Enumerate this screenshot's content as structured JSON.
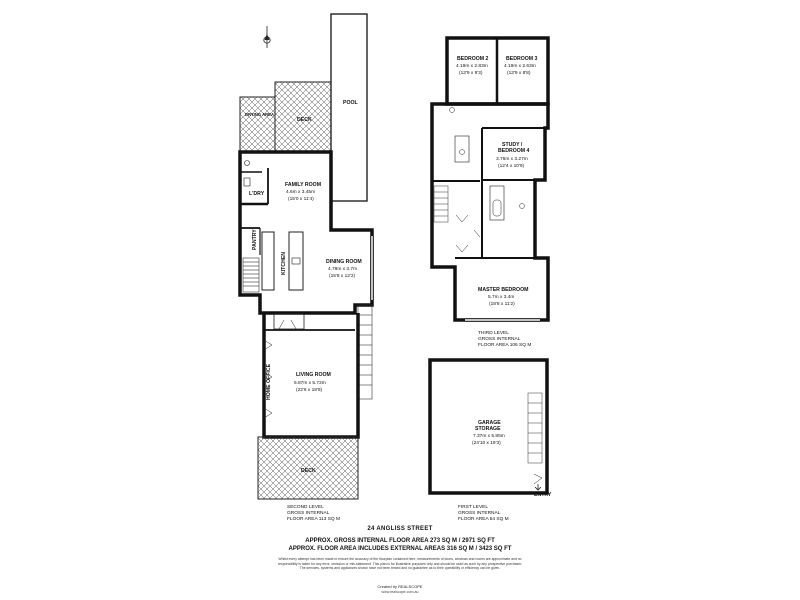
{
  "compass": {
    "icon": "north-arrow-icon"
  },
  "second_level": {
    "rooms": {
      "pool": {
        "name": "POOL"
      },
      "deck_top": {
        "name": "DECK"
      },
      "drying_area": {
        "name": "DRYING AREA"
      },
      "family": {
        "name": "FAMILY ROOM",
        "metric": "4.6m x 3.45m",
        "imperial": "(15'0 x 11'4)"
      },
      "ldry": {
        "name": "L'DRY"
      },
      "pantry": {
        "name": "PANTRY"
      },
      "kitchen": {
        "name": "KITCHEN"
      },
      "dining": {
        "name": "DINING ROOM",
        "metric": "4.78m x 3.7m",
        "imperial": "(15'8 x 12'2)"
      },
      "home_office": {
        "name": "HOME OFFICE"
      },
      "living": {
        "name": "LIVING ROOM",
        "metric": "6.87m x 5.72m",
        "imperial": "(22'6 x 18'9)"
      },
      "deck_bottom": {
        "name": "DECK"
      }
    },
    "label": [
      "SECOND LEVEL",
      "GROSS INTERNAL",
      "FLOOR AREA 113 SQ M"
    ]
  },
  "third_level": {
    "rooms": {
      "bed2": {
        "name": "BEDROOM 2",
        "metric": "4.19m x 2.83m",
        "imperial": "(13'9 x 9'3)"
      },
      "bed3": {
        "name": "BEDROOM 3",
        "metric": "4.19m x 2.63m",
        "imperial": "(13'9 x 8'8)"
      },
      "study": {
        "name1": "STUDY /",
        "name2": "BEDROOM 4",
        "metric": "3.76m x 3.27m",
        "imperial": "(12'4 x 10'9)"
      },
      "master": {
        "name": "MASTER BEDROOM",
        "metric": "5.7m x 3.4m",
        "imperial": "(18'8 x 11'2)"
      }
    },
    "label": [
      "THIRD LEVEL",
      "GROSS INTERNAL",
      "FLOOR AREA 106 SQ M"
    ]
  },
  "first_level": {
    "rooms": {
      "garage": {
        "name1": "GARAGE",
        "name2": "STORAGE",
        "metric": "7.37m x 5.85m",
        "imperial": "(24'10 x 19'3)"
      },
      "entry": {
        "name": "ENTRY"
      }
    },
    "label": [
      "FIRST LEVEL",
      "GROSS INTERNAL",
      "FLOOR AREA 54 SQ M"
    ]
  },
  "footer": {
    "address": "24 ANGLISS STREET",
    "area_line1": "APPROX. GROSS INTERNAL FLOOR AREA 273 SQ M / 2971 SQ FT",
    "area_line2": "APPROX. FLOOR AREA INCLUDES EXTERNAL AREAS 316 SQ M / 3423 SQ FT",
    "disclaimer": "Whilst every attempt has been made to ensure the accuracy of the floorplan contained here, measurements of doors, windows and rooms are approximate and no responsibility is taken for any error, omission or mis-statement. This plan is for illustrative purposes only and should be used as such by any prospective purchaser. The services, systems and appliances shown have not been tested and no guarantee as to their operability or efficiency can be given.",
    "credit": "Created by REALSCOPE",
    "web": "www.realscope.com.au"
  }
}
